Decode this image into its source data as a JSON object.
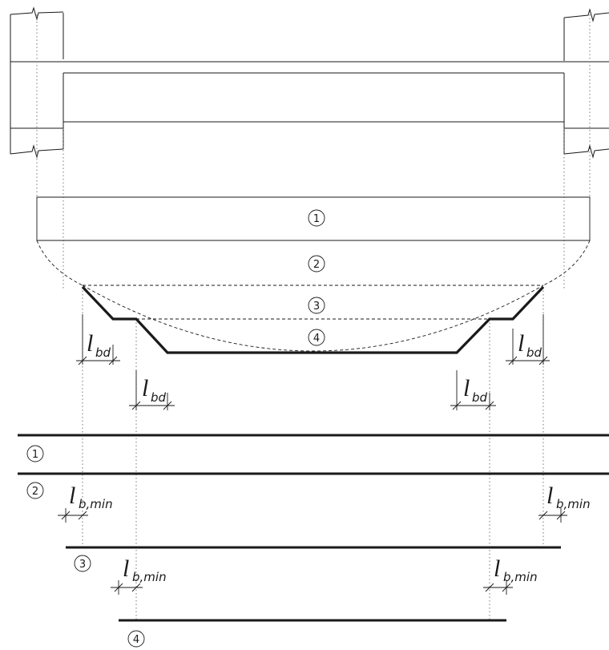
{
  "markers": [
    "1",
    "2",
    "3",
    "4"
  ],
  "labels": {
    "anchorage": "l",
    "anchorage_sub": "bd",
    "minimum": "l",
    "minimum_sub": "b,min"
  },
  "colors": {
    "line": "#1a1a1a",
    "bar": "#1a1a1a",
    "background": "#ffffff"
  }
}
